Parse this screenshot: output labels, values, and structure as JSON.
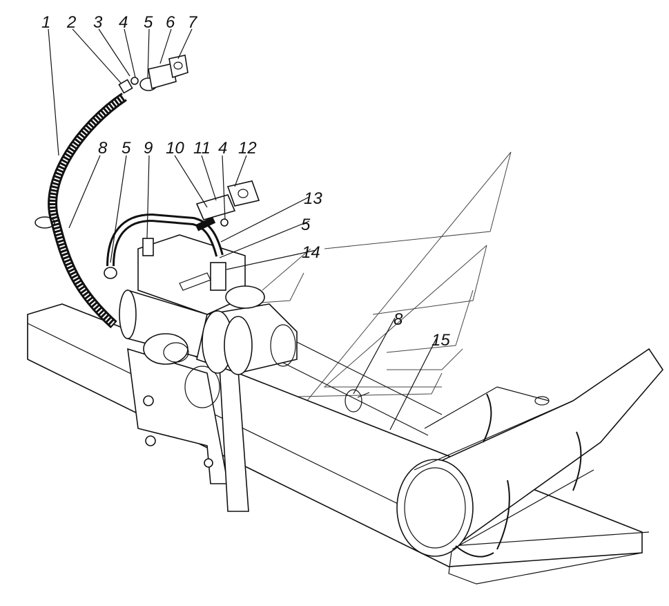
{
  "callouts": [
    {
      "id": "c1",
      "text": "1"
    },
    {
      "id": "c2",
      "text": "2"
    },
    {
      "id": "c3",
      "text": "3"
    },
    {
      "id": "c4a",
      "text": "4"
    },
    {
      "id": "c5a",
      "text": "5"
    },
    {
      "id": "c6",
      "text": "6"
    },
    {
      "id": "c7",
      "text": "7"
    },
    {
      "id": "c8a",
      "text": "8"
    },
    {
      "id": "c5b",
      "text": "5"
    },
    {
      "id": "c9",
      "text": "9"
    },
    {
      "id": "c10",
      "text": "10"
    },
    {
      "id": "c11",
      "text": "11"
    },
    {
      "id": "c4b",
      "text": "4"
    },
    {
      "id": "c12",
      "text": "12"
    },
    {
      "id": "c13",
      "text": "13"
    },
    {
      "id": "c5c",
      "text": "5"
    },
    {
      "id": "c14",
      "text": "14"
    },
    {
      "id": "c8b",
      "text": "8"
    },
    {
      "id": "c15",
      "text": "15"
    }
  ],
  "colors": {
    "line": "#111111",
    "background": "#ffffff"
  }
}
